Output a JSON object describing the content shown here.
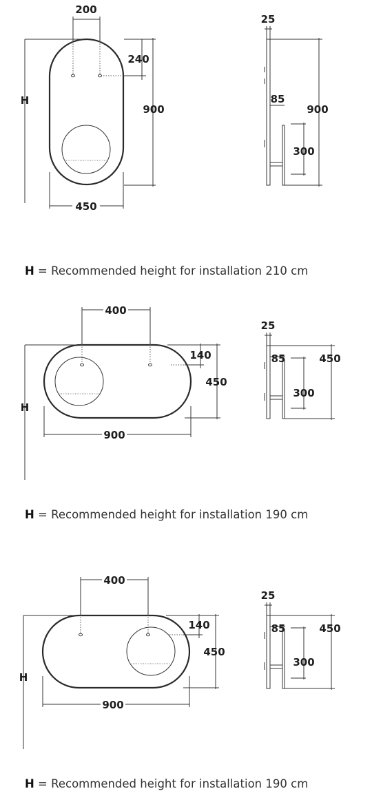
{
  "diagrams": [
    {
      "front": {
        "w": "450",
        "h_top": "200",
        "right_top": "240",
        "height": "900",
        "H": "H"
      },
      "side": {
        "thick": "25",
        "depth": "85",
        "height": "900",
        "shelf": "300"
      },
      "caption": {
        "h": "H",
        "text": " = Recommended height for installation 210 cm"
      }
    },
    {
      "front": {
        "w": "900",
        "h_top": "400",
        "right_top": "140",
        "height": "450",
        "H": "H"
      },
      "side": {
        "thick": "25",
        "depth": "85",
        "height": "450",
        "shelf": "300"
      },
      "caption": {
        "h": "H",
        "text": " = Recommended height for installation 190 cm"
      }
    },
    {
      "front": {
        "w": "900",
        "h_top": "400",
        "right_top": "140",
        "height": "450",
        "H": "H"
      },
      "side": {
        "thick": "25",
        "depth": "85",
        "height": "450",
        "shelf": "300"
      },
      "caption": {
        "h": "H",
        "text": " = Recommended height for installation 190 cm"
      }
    }
  ]
}
